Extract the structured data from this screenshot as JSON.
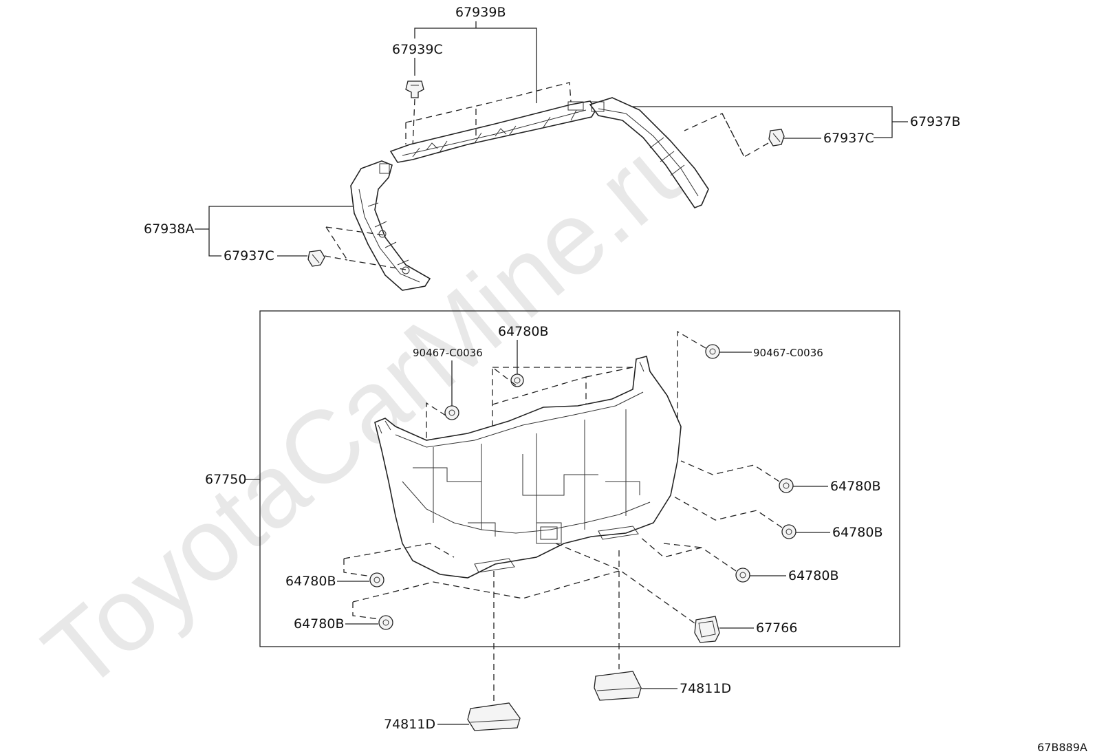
{
  "watermark": "ToyotaCarMine.ru",
  "diagram_code": "67B889A",
  "labels": {
    "p67939B": "67939B",
    "p67939C": "67939C",
    "p67937B": "67937B",
    "p67937C_right": "67937C",
    "p67938A": "67938A",
    "p67937C_left": "67937C",
    "p64780B_top": "64780B",
    "p90467_left": "90467-C0036",
    "p90467_right": "90467-C0036",
    "p67750": "67750",
    "p64780B_r1": "64780B",
    "p64780B_r2": "64780B",
    "p64780B_r3": "64780B",
    "p64780B_l1": "64780B",
    "p64780B_l2": "64780B",
    "p67766": "67766",
    "p74811D_right": "74811D",
    "p74811D_left": "74811D"
  }
}
